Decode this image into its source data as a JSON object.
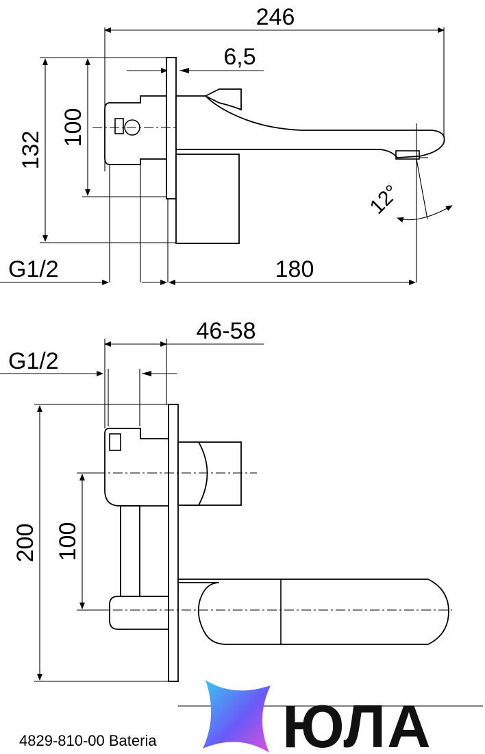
{
  "top_view": {
    "dim_overall_length": "246",
    "dim_plate_thickness": "6,5",
    "dim_height_inner": "100",
    "dim_height_outer": "132",
    "dim_angle": "12°",
    "dim_thread": "G1/2",
    "dim_spout_reach": "180"
  },
  "side_view": {
    "dim_wall_depth": "46-58",
    "dim_thread": "G1/2",
    "dim_total_height": "200",
    "dim_axis_distance": "100"
  },
  "caption": "4829-810-00 Bateria",
  "logo": {
    "wordmark": "ЮЛА",
    "gradient_from": "#39c6f0",
    "gradient_mid": "#6a5af9",
    "gradient_to": "#e04fd6"
  }
}
